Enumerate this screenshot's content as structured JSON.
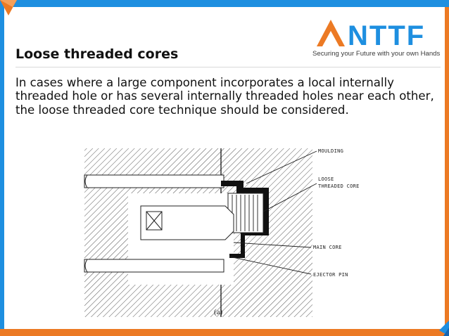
{
  "slide": {
    "title": "Loose threaded cores",
    "body": "In cases where a large component incorporates a local internally threaded hole or has several internally threaded holes near each other, the loose threaded core technique should be considered."
  },
  "logo": {
    "text": "NTTF",
    "tagline": "Securing your Future with your own Hands",
    "colors": {
      "blue": "#1e8fe0",
      "orange": "#ec7a24"
    }
  },
  "figure": {
    "labels": {
      "moulding": "MOULDING",
      "loose_line1": "LOOSE",
      "loose_line2": "THREADED CORE",
      "main_core": "MAIN CORE",
      "ejector_pin": "EJECTOR PIN"
    },
    "caption": "(a)"
  },
  "theme": {
    "top_bar": "#1e8fe0",
    "bottom_bar": "#ec7a24"
  }
}
